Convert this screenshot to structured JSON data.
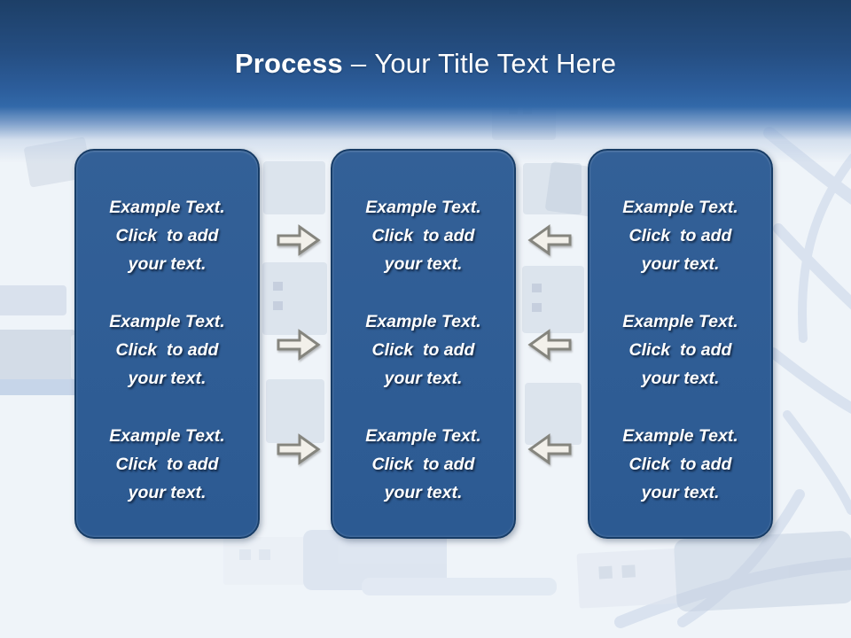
{
  "title": {
    "bold": "Process",
    "dash": "–",
    "rest": "Your Title Text Here"
  },
  "colors": {
    "header_top": "#1d3f67",
    "header_blue": "#3269a9",
    "page_background": "#eff3f9",
    "box_fill": "#2f5d95",
    "box_border": "#173c66",
    "box_text": "#ffffff",
    "arrow_fill": "#f2f0ea",
    "arrow_stroke": "#85857e"
  },
  "columns": [
    {
      "name": "left",
      "blocks": [
        {
          "lines": [
            "Example Text.",
            "Click  to add",
            "your text."
          ]
        },
        {
          "lines": [
            "Example Text.",
            "Click  to add",
            "your text."
          ]
        },
        {
          "lines": [
            "Example Text.",
            "Click  to add",
            "your text."
          ]
        }
      ]
    },
    {
      "name": "middle",
      "blocks": [
        {
          "lines": [
            "Example Text.",
            "Click  to add",
            "your text."
          ]
        },
        {
          "lines": [
            "Example Text.",
            "Click  to add",
            "your text."
          ]
        },
        {
          "lines": [
            "Example Text.",
            "Click  to add",
            "your text."
          ]
        }
      ]
    },
    {
      "name": "right",
      "blocks": [
        {
          "lines": [
            "Example Text.",
            "Click  to add",
            "your text."
          ]
        },
        {
          "lines": [
            "Example Text.",
            "Click  to add",
            "your text."
          ]
        },
        {
          "lines": [
            "Example Text.",
            "Click  to add",
            "your text."
          ]
        }
      ]
    }
  ],
  "arrows": {
    "right_icons": 3,
    "left_icons": 3,
    "right_icon_name": "arrow-right-icon",
    "left_icon_name": "arrow-left-icon"
  }
}
